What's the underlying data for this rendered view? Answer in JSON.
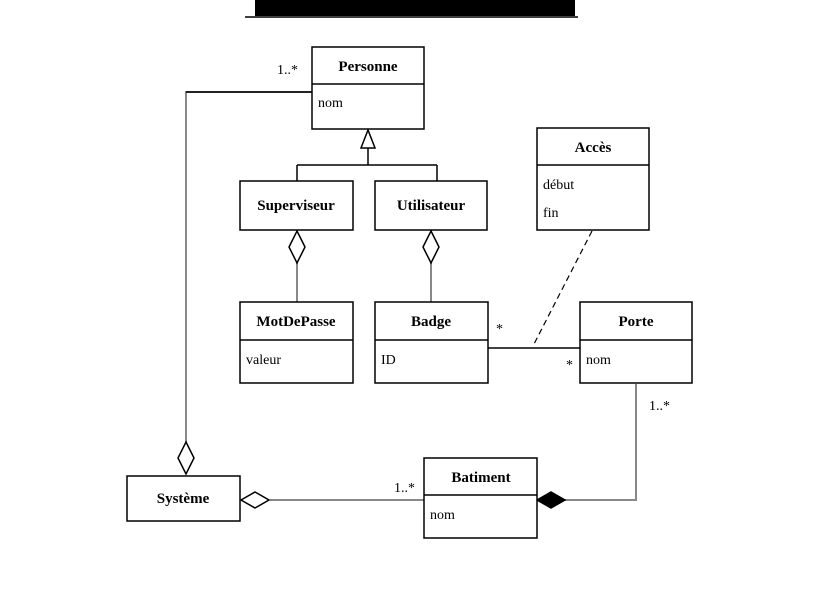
{
  "classes": {
    "personne": {
      "name": "Personne",
      "attributes": [
        "nom"
      ]
    },
    "superviseur": {
      "name": "Superviseur",
      "attributes": []
    },
    "utilisateur": {
      "name": "Utilisateur",
      "attributes": []
    },
    "acces": {
      "name": "Accès",
      "attributes": [
        "début",
        "fin"
      ]
    },
    "motdepasse": {
      "name": "MotDePasse",
      "attributes": [
        "valeur"
      ]
    },
    "badge": {
      "name": "Badge",
      "attributes": [
        "ID"
      ]
    },
    "porte": {
      "name": "Porte",
      "attributes": [
        "nom"
      ]
    },
    "systeme": {
      "name": "Système",
      "attributes": []
    },
    "batiment": {
      "name": "Batiment",
      "attributes": [
        "nom"
      ]
    }
  },
  "multiplicities": {
    "personne": "1..*",
    "badge_side": "*",
    "porte_side": "*",
    "porte_batiment": "1..*",
    "batiment_systeme": "1..*"
  }
}
